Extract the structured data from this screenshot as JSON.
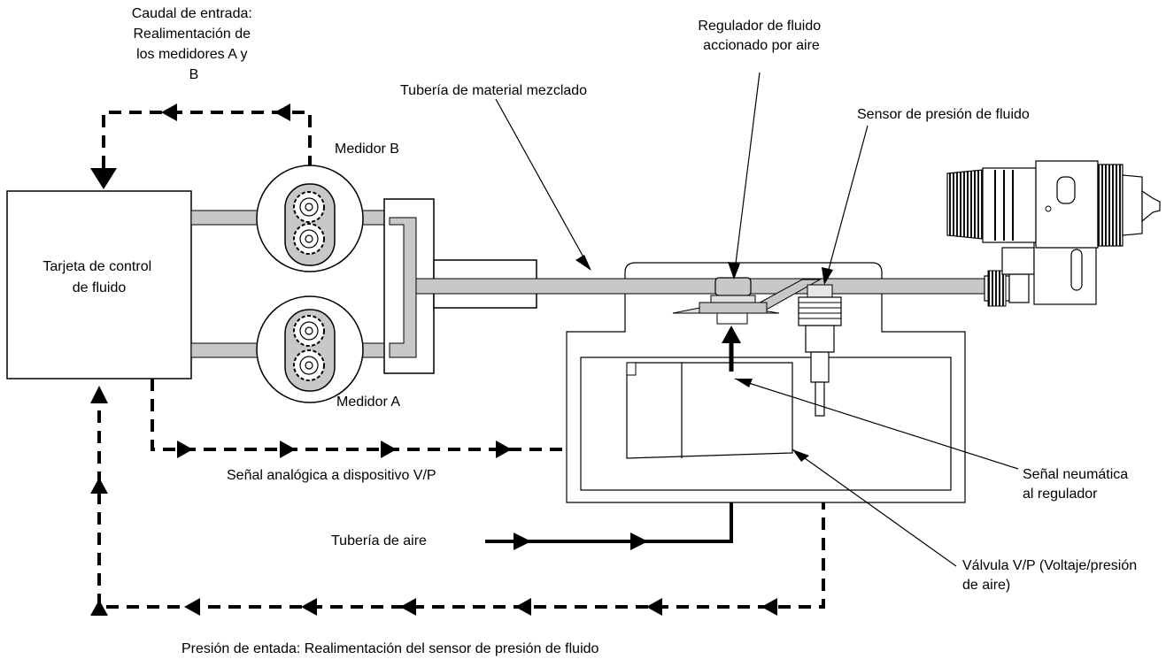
{
  "labels": {
    "caudal_entrada": [
      "Caudal de entrada:",
      "Realimentación de",
      "los medidores A y",
      "B"
    ],
    "regulador": [
      "Regulador de fluido",
      "accionado por aire"
    ],
    "tuberia_mezclado": "Tubería de material mezclado",
    "sensor_presion": "Sensor de presión de fluido",
    "medidor_b": "Medidor B",
    "medidor_a": "Medidor A",
    "tarjeta": [
      "Tarjeta de control",
      "de fluido"
    ],
    "senal_analogica": "Señal analógica a dispositivo V/P",
    "senal_neumatica": [
      "Señal neumática",
      "al regulador"
    ],
    "tuberia_aire": "Tubería de aire",
    "valvula_vp": [
      "Válvula V/P (Voltaje/presión",
      "de aire)"
    ],
    "presion_entrada": "Presión de entada: Realimentación del sensor de presión de fluido"
  },
  "colors": {
    "line": "#000000",
    "pipe": "#c8c8c8",
    "background": "#ffffff"
  }
}
